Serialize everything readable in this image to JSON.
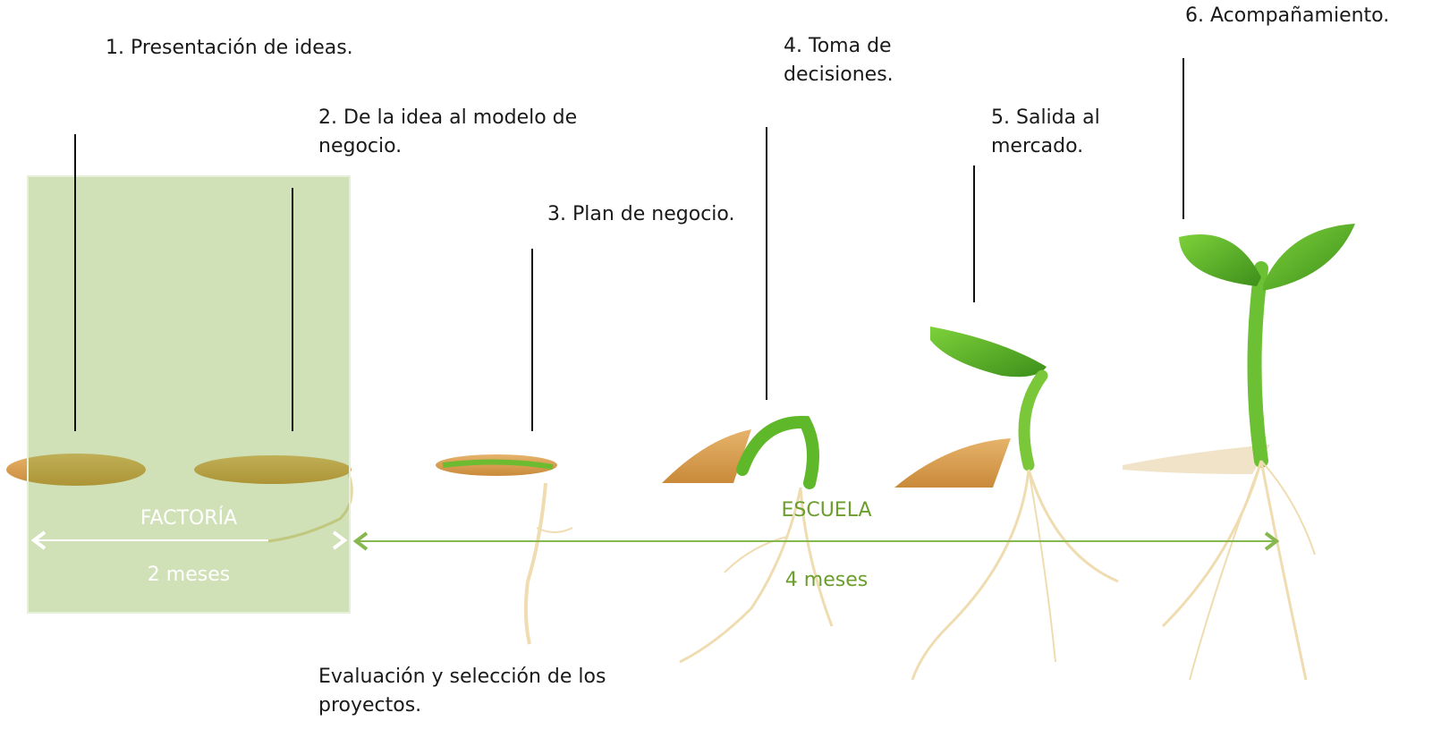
{
  "stages": [
    {
      "number": "1.",
      "text": "Presentación de ideas."
    },
    {
      "number": "2.",
      "text_line1": "De la idea al modelo de",
      "text_line2": "negocio."
    },
    {
      "number": "3.",
      "text": "Plan de negocio."
    },
    {
      "number": "4.",
      "text_line1": "Toma de",
      "text_line2": "decisiones."
    },
    {
      "number": "5.",
      "text_line1": "Salida al",
      "text_line2": "mercado."
    },
    {
      "number": "6.",
      "text": "Acompañamiento."
    }
  ],
  "phases": {
    "factoria": {
      "label": "FACTORÍA",
      "duration": "2 meses"
    },
    "escuela": {
      "label": "ESCUELA",
      "duration": "4 meses"
    }
  },
  "evaluation": {
    "line1": "Evaluación y selección de los",
    "line2": "proyectos."
  },
  "colors": {
    "factoria_overlay": "#78aa32",
    "escuela_green": "#6b9e2c",
    "leaf_green": "#5fb82a"
  }
}
